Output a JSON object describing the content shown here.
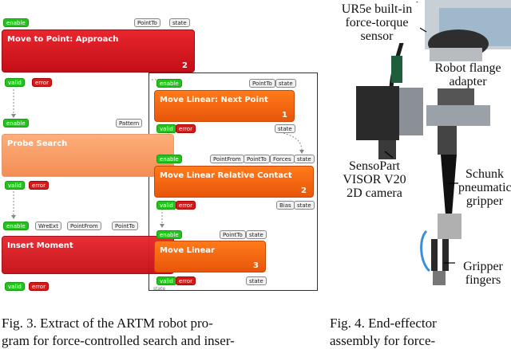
{
  "fig3": {
    "nodes": {
      "approach": {
        "title": "Move to Point: Approach",
        "num": "2"
      },
      "probe": {
        "title": "Probe Search"
      },
      "insert": {
        "title": "Insert Moment"
      },
      "next_point": {
        "title": "Move Linear: Next Point",
        "num": "1"
      },
      "relative": {
        "title": "Move Linear Relative Contact",
        "num": "2"
      },
      "linear": {
        "title": "Move Linear",
        "num": "3"
      }
    },
    "pills": {
      "enable": "enable",
      "valid": "valid",
      "error": "error",
      "state": "state",
      "pointto": "PointTo",
      "pattern": "Pattern",
      "wrext": "WreExt",
      "pointfrom": "PointFrom",
      "pointfrom_small": "PointFrom",
      "forces": "Forces",
      "bias": "Bias"
    },
    "caption_line1": "Fig. 3.     Extract of the ARTM robot pro-",
    "caption_line2": "gram for force-controlled search and inser-"
  },
  "fig4": {
    "labels": {
      "sensor": [
        "UR5e built-in",
        "force-torque",
        "sensor"
      ],
      "flange": [
        "Robot flange",
        "adapter"
      ],
      "camera": [
        "SensoPart",
        "VISOR V20",
        "2D camera"
      ],
      "gripper": [
        "Schunk",
        "pneumatic",
        "gripper"
      ],
      "fingers": [
        "Gripper",
        "fingers"
      ]
    },
    "caption_line1": "Fig.    4.         End-effector",
    "caption_line2": "assembly       for       force-"
  }
}
